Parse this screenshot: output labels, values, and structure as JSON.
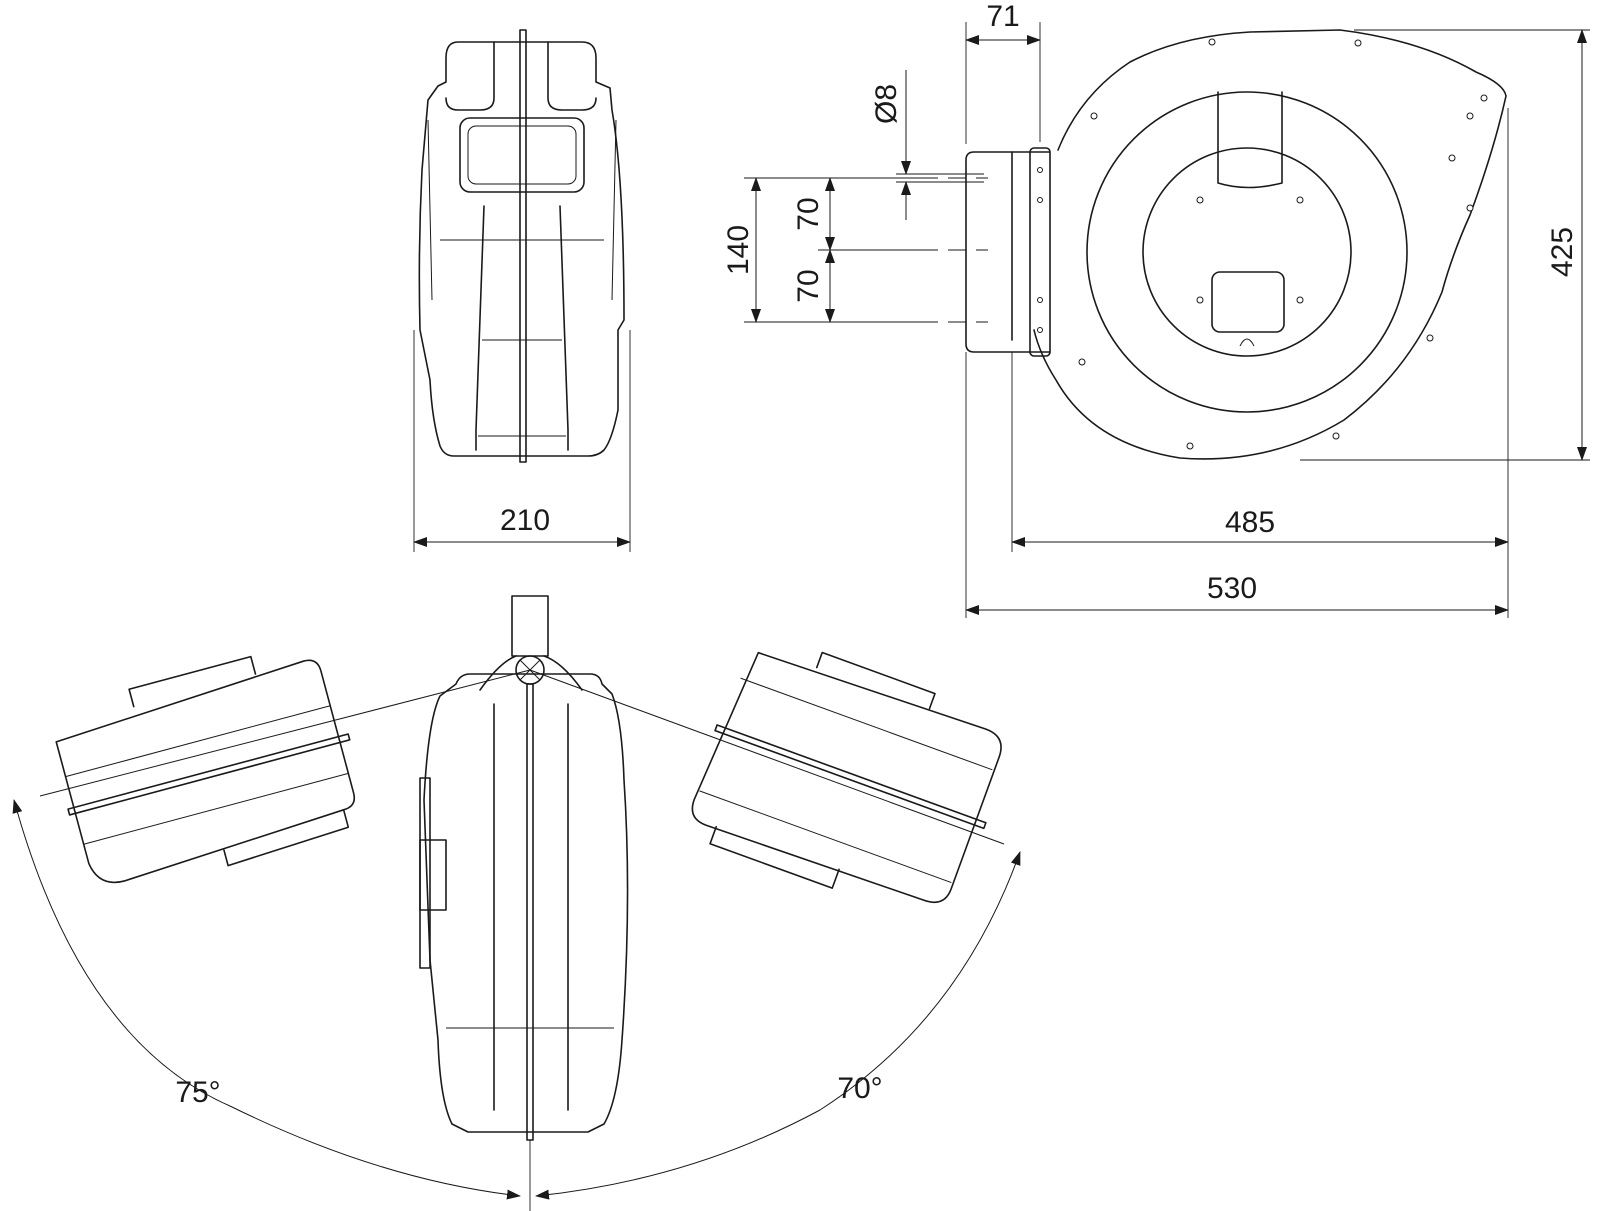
{
  "dimensions": {
    "width_side": "210",
    "mount_offset": "71",
    "bolt_diameter": "Ø8",
    "bolt_span": "140",
    "bolt_upper": "70",
    "bolt_lower": "70",
    "height": "425",
    "drum_width": "485",
    "overall_width": "530",
    "swivel_left": "75°",
    "swivel_right": "70°"
  },
  "colors": {
    "line": "#1a1a1a",
    "background": "#ffffff"
  }
}
